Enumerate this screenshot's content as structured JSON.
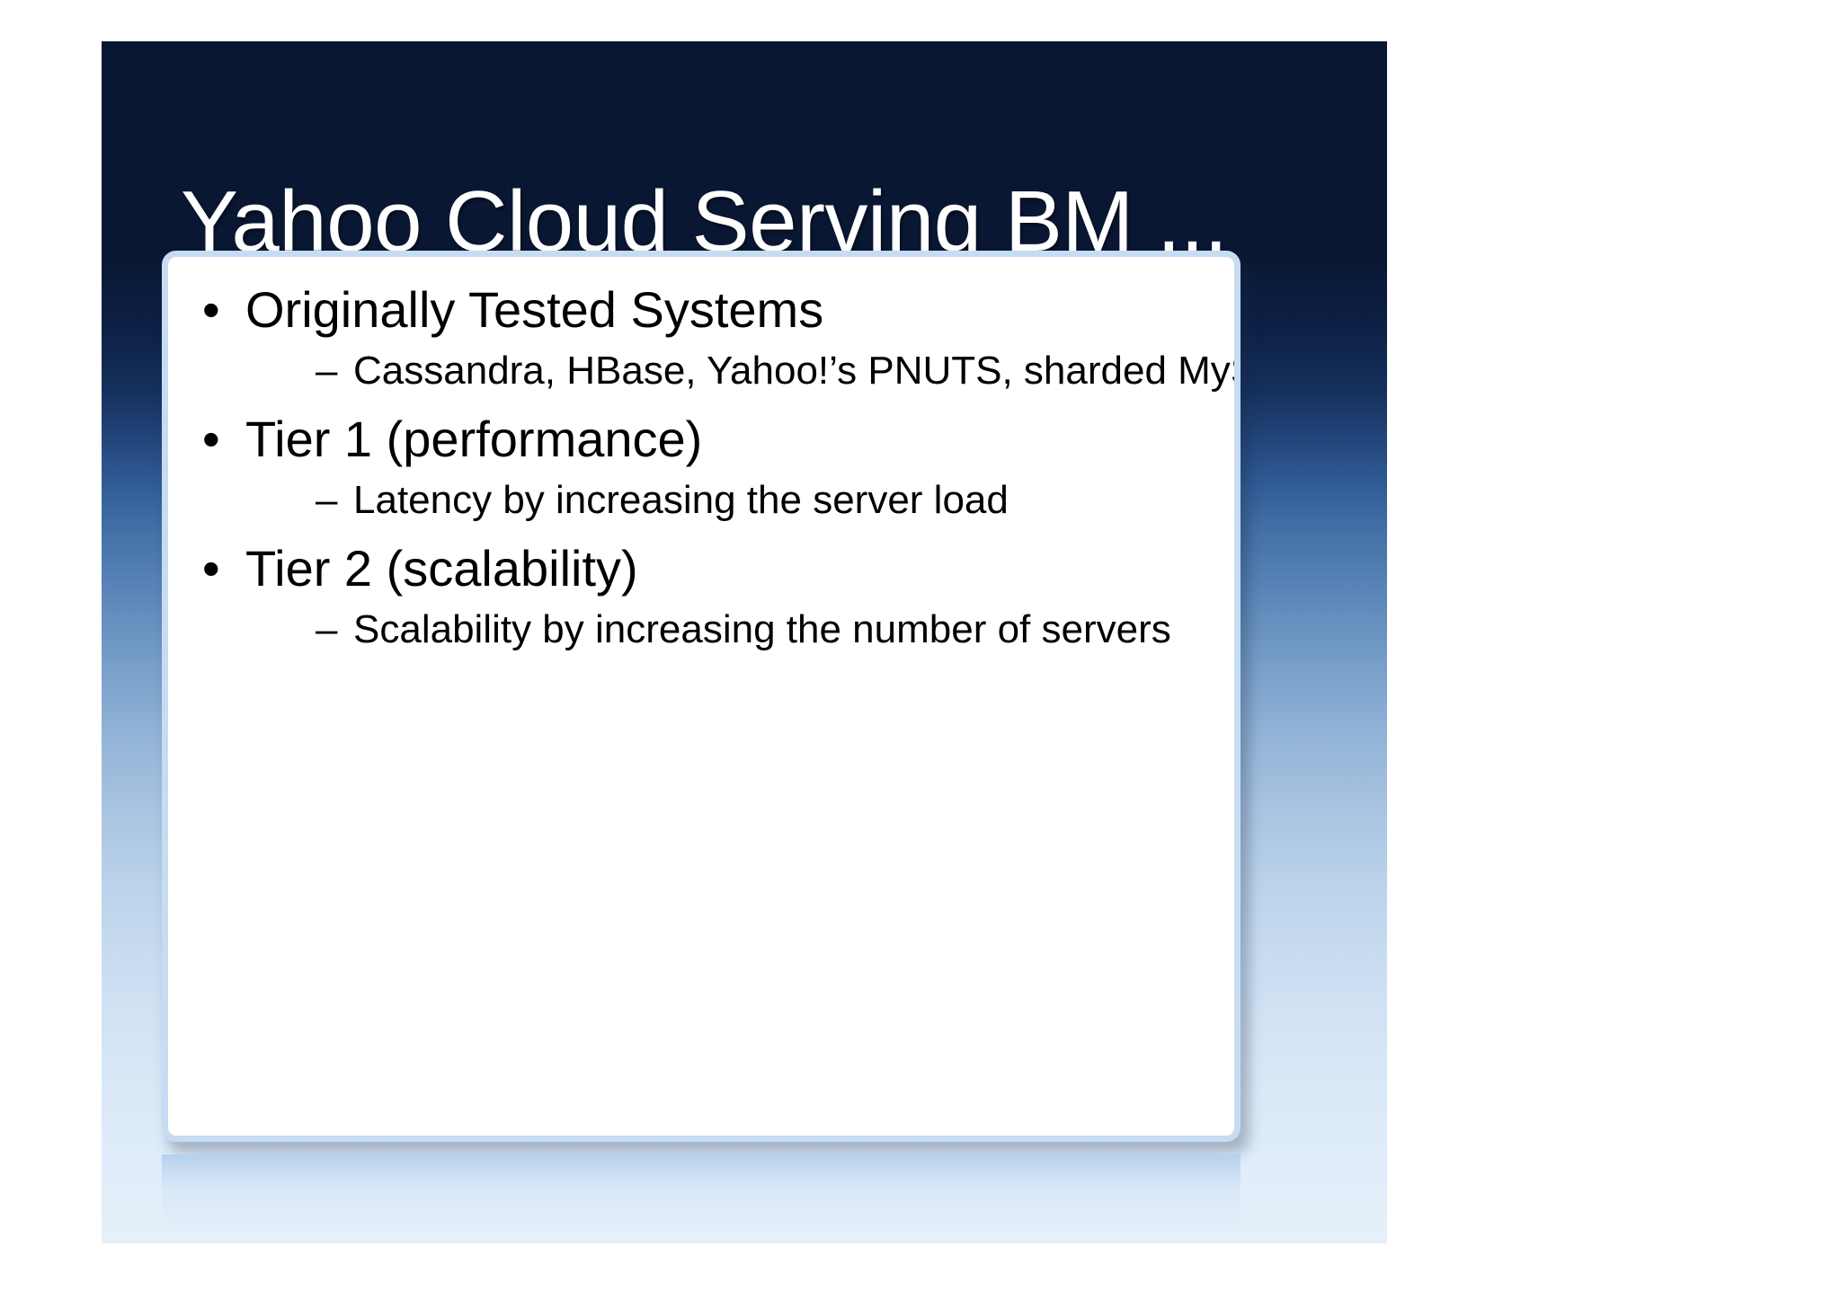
{
  "slide": {
    "title": "Yahoo Cloud Serving BM ...",
    "colors": {
      "background_top": "#0a1733",
      "background_bottom": "#e6f0fb",
      "title_text": "#ffffff",
      "panel_background": "#ffffff",
      "panel_border": "#c6dcf2",
      "body_text": "#000000"
    },
    "bullet_markers": {
      "level1": "•",
      "level2": "–"
    },
    "content": [
      {
        "text": "Originally Tested Systems",
        "sub": [
          "Cassandra, HBase, Yahoo!’s PNUTS, sharded MySQL"
        ]
      },
      {
        "text": "Tier 1 (performance)",
        "sub": [
          "Latency by increasing the server load"
        ]
      },
      {
        "text": "Tier 2 (scalability)",
        "sub": [
          "Scalability by increasing the number of servers"
        ]
      }
    ]
  }
}
